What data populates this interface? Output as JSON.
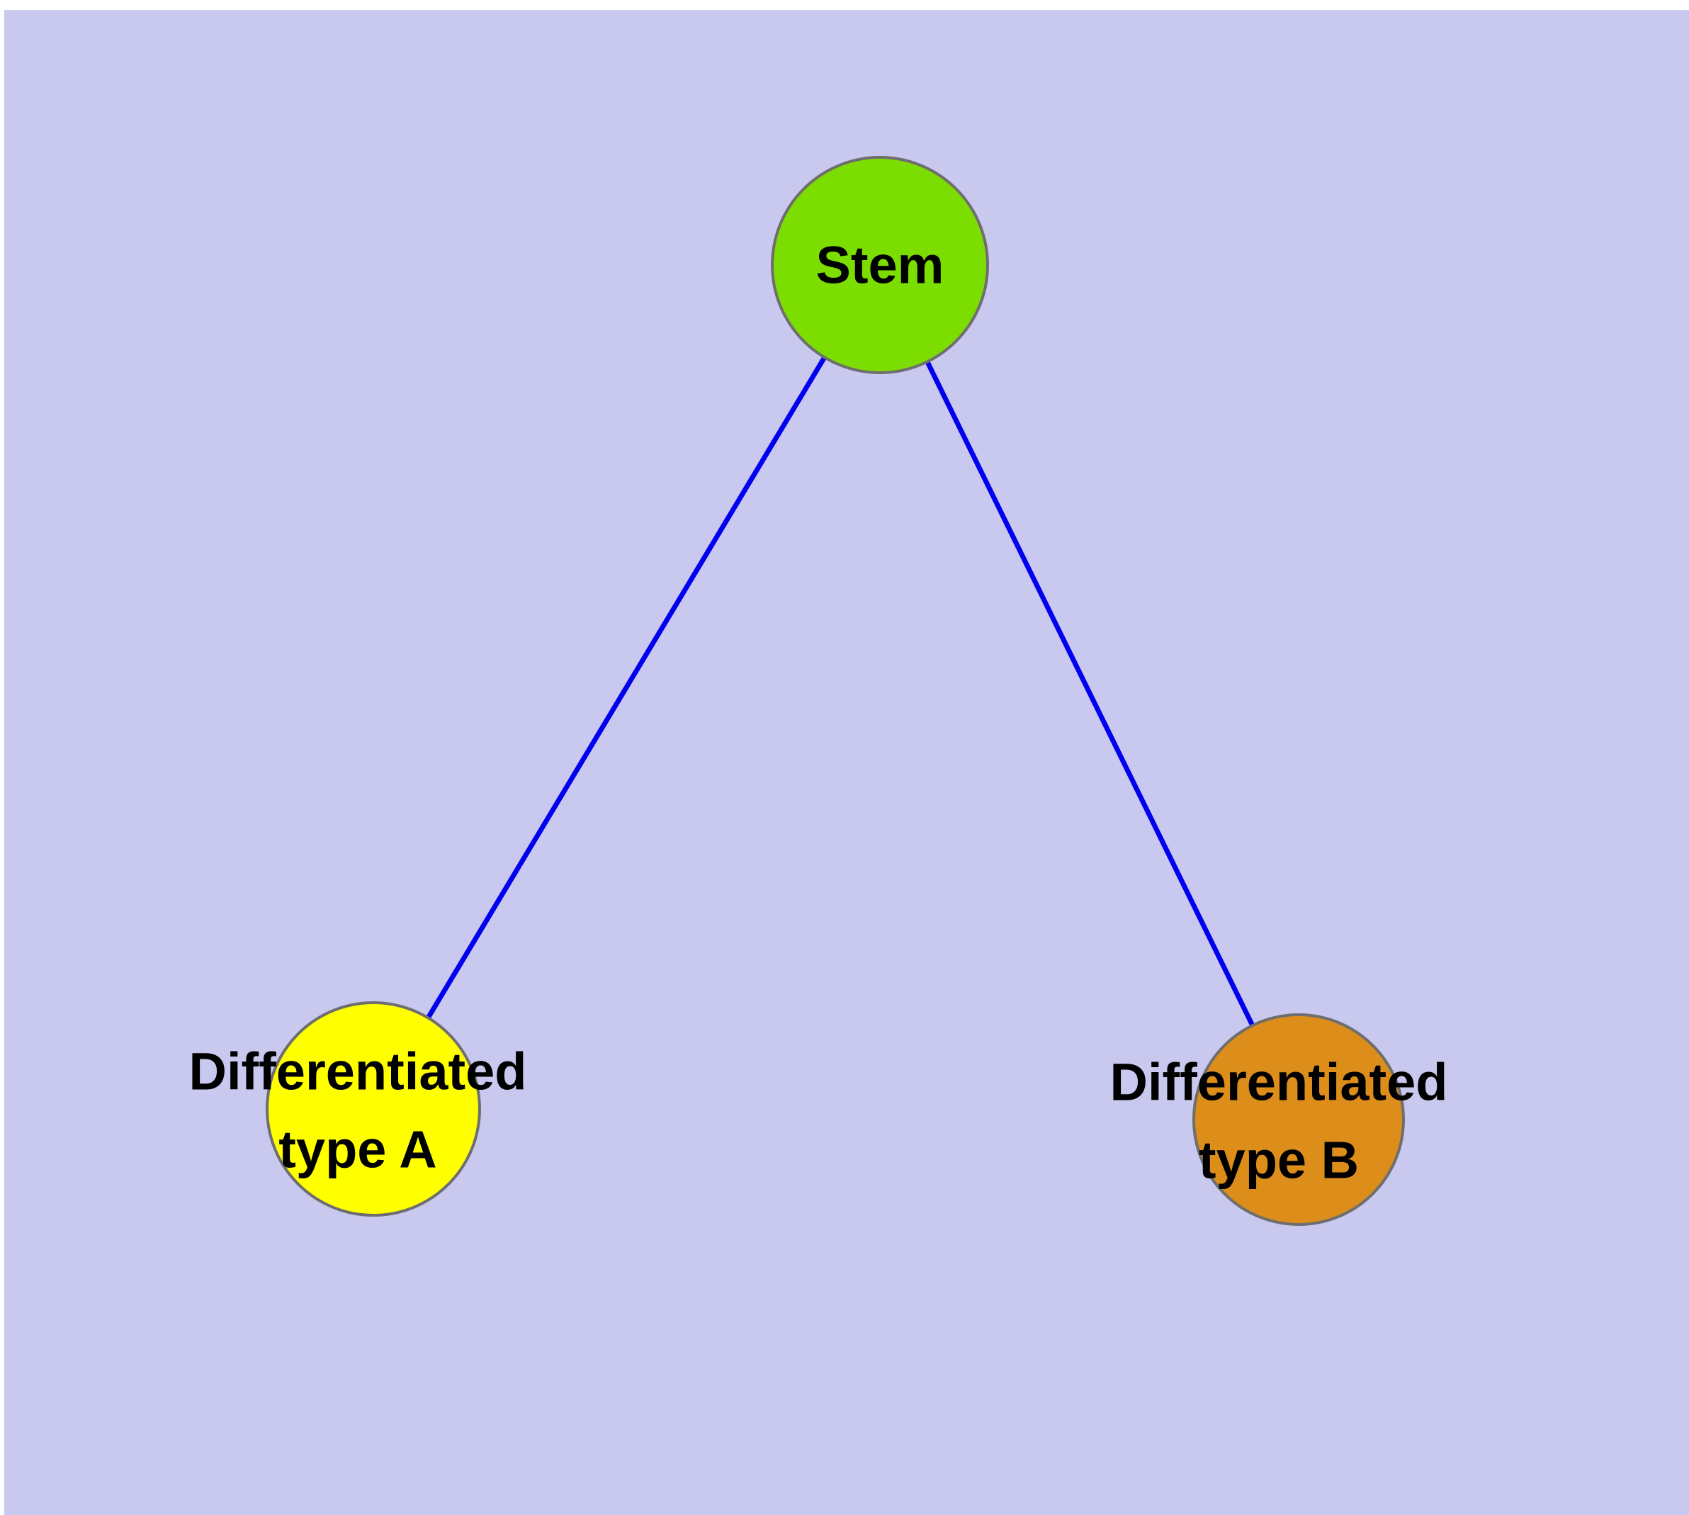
{
  "diagram": {
    "background_color": "#c9c9f0",
    "edge_color": "#0000ee",
    "node_stroke_color": "#6e6e6e",
    "nodes": {
      "stem": {
        "label": "Stem",
        "fill": "#7cdd00"
      },
      "type_a": {
        "label_line1": "Differentiated",
        "label_line2": "type A",
        "fill": "#ffff00"
      },
      "type_b": {
        "label_line1": "Differentiated",
        "label_line2": "type B",
        "fill": "#dd8e1a"
      }
    }
  }
}
